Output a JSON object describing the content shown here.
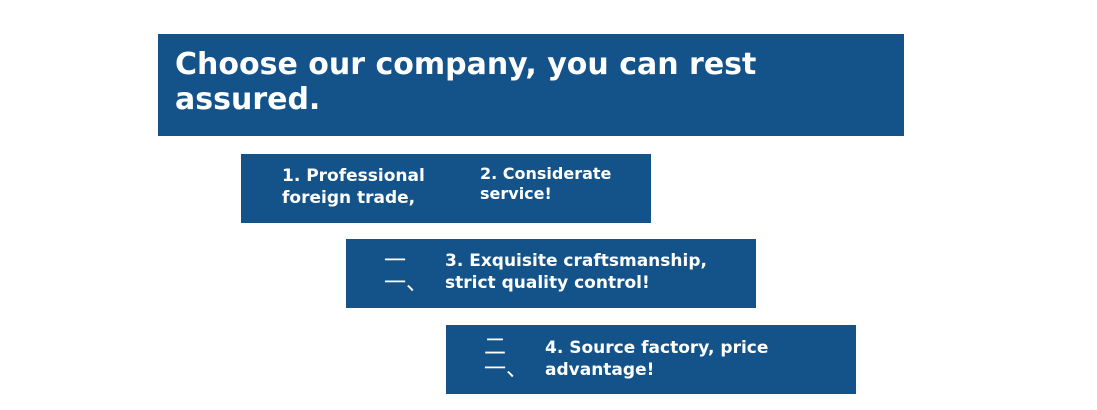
{
  "banner": {
    "title": "Choose our company, you can rest assured."
  },
  "cards": [
    {
      "items": [
        "1. Professional foreign trade,",
        "2. Considerate service!"
      ]
    },
    {
      "numeral_top": "一",
      "numeral_bottom": "一、",
      "text": "3. Exquisite craftsmanship, strict quality control!"
    },
    {
      "numeral_top": "二",
      "numeral_bottom": "一、",
      "text": "4. Source factory, price advantage!"
    }
  ],
  "colors": {
    "panel": "#14538a",
    "text": "#ffffff",
    "background": "#ffffff"
  }
}
